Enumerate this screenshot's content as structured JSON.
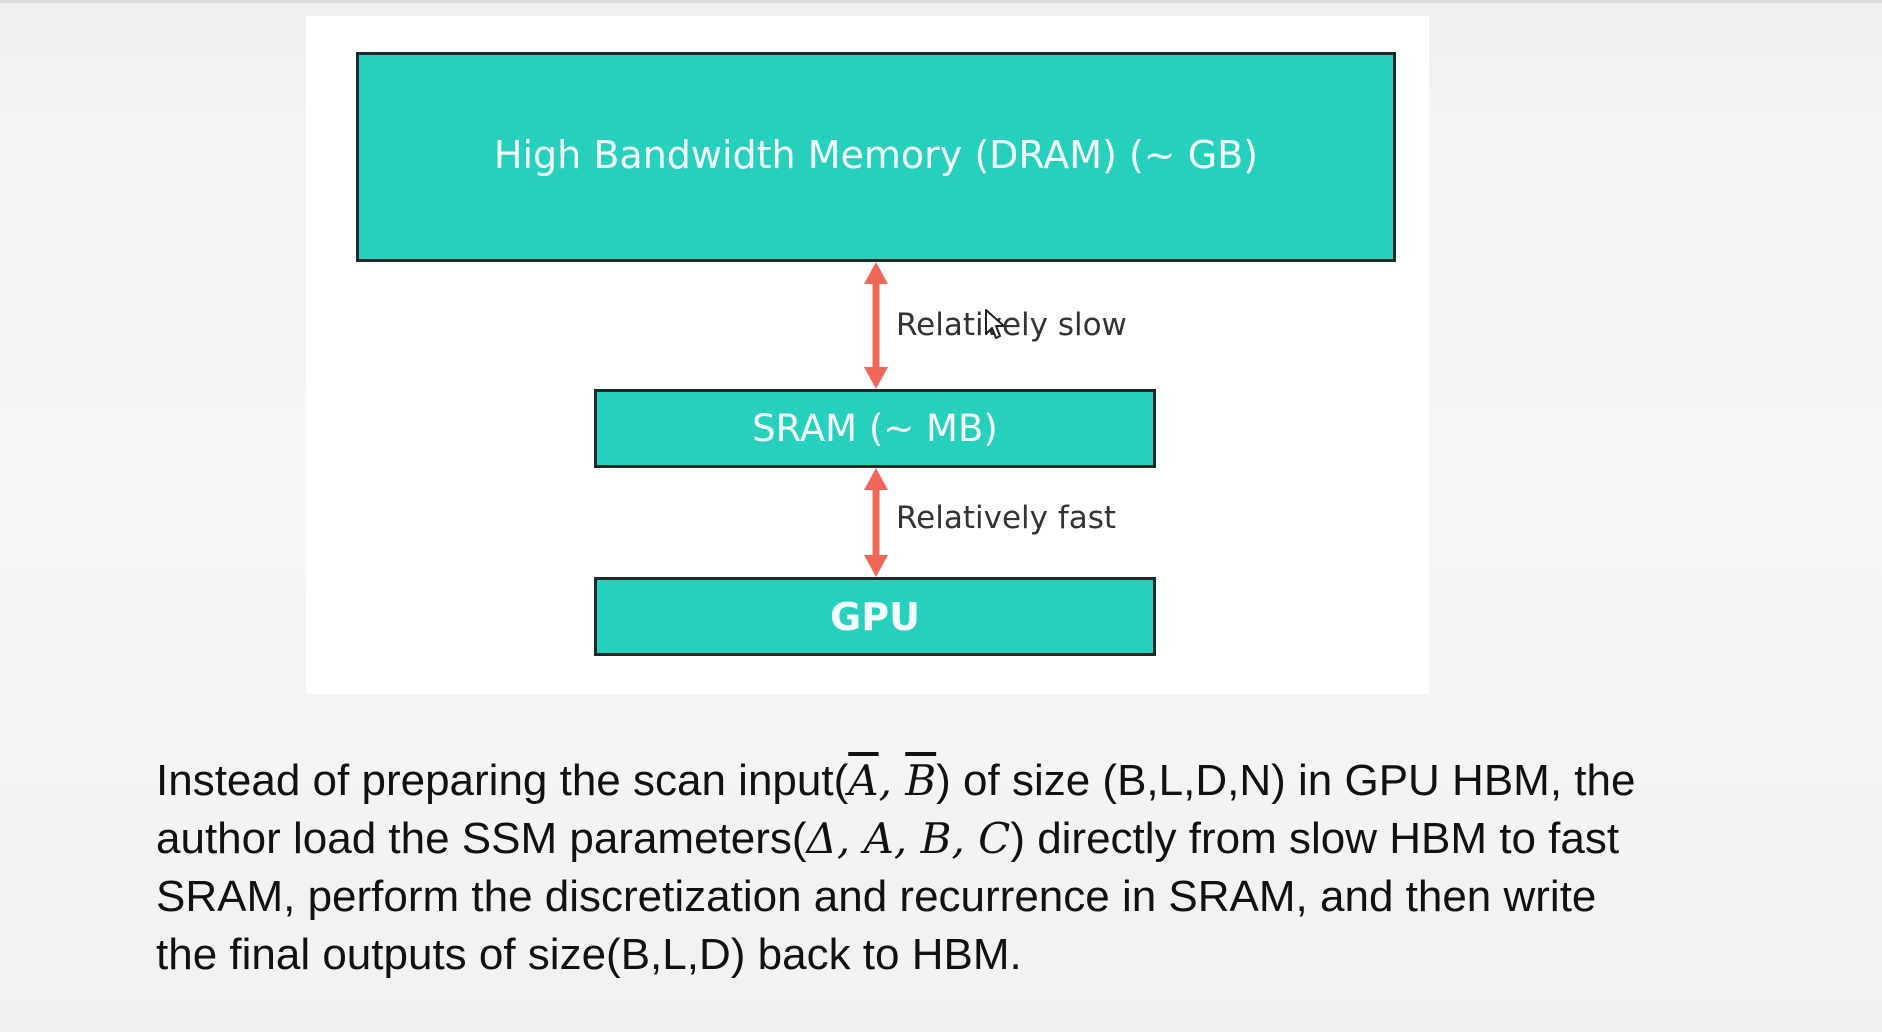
{
  "diagram": {
    "hbm_label": "High Bandwidth Memory (DRAM) (~ GB)",
    "sram_label": "SRAM (~ MB)",
    "gpu_label": "GPU",
    "arrow_slow_label": "Relatively slow",
    "arrow_fast_label": "Relatively fast",
    "box_color": "#27cfbd",
    "arrow_color": "#f0675a"
  },
  "caption": {
    "line1_a": "Instead of preparing the scan input(",
    "line1_math_a": "A",
    "line1_comma": ", ",
    "line1_math_b": "B",
    "line1_b": ") of size (B,L,D,N) in GPU HBM, the",
    "line2_a": "author load the SSM parameters(",
    "line2_math": "Δ, A, B, C",
    "line2_b": ") directly from slow HBM to fast",
    "line3": "SRAM, perform the discretization and recurrence in SRAM, and then write",
    "line4": "the final outputs of size(B,L,D) back to HBM."
  },
  "icons": {
    "cursor": "mouse-pointer-icon",
    "arrow": "double-headed-arrow-icon"
  }
}
